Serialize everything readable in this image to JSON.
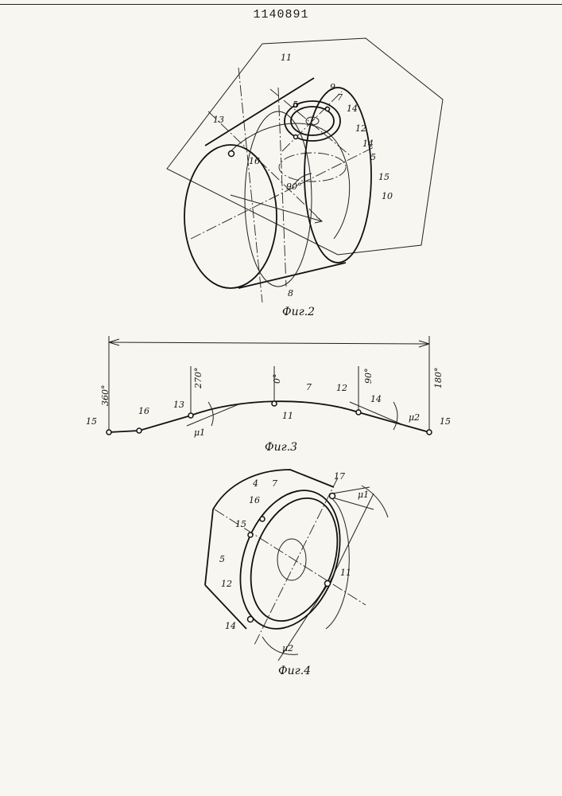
{
  "patent_number": "1140891",
  "fig2": {
    "caption": "Фиг.2",
    "labels": {
      "l11": "11",
      "l9": "9",
      "l7": "7",
      "l5a": "5",
      "l14a": "14",
      "l13": "13",
      "l12": "12",
      "l14b": "14",
      "l5b": "5",
      "l16": "16",
      "l15": "15",
      "l10": "10",
      "l8": "8",
      "angle": "90°"
    }
  },
  "fig3": {
    "caption": "Фиг.3",
    "degrees": {
      "d360": "360°",
      "d270": "270°",
      "d0": "0°",
      "d90": "90°",
      "d180": "180°"
    },
    "labels": {
      "l15a": "15",
      "l16": "16",
      "l13": "13",
      "mu1": "μ1",
      "l11": "11",
      "l7": "7",
      "l12": "12",
      "l14": "14",
      "mu2": "μ2",
      "l15b": "15"
    }
  },
  "fig4": {
    "caption": "Фиг.4",
    "labels": {
      "l4": "4",
      "l7": "7",
      "l17": "17",
      "mu1": "μ1",
      "l16": "16",
      "l15": "15",
      "l5": "5",
      "l12": "12",
      "l11": "11",
      "l14": "14",
      "mu2": "μ2"
    }
  }
}
